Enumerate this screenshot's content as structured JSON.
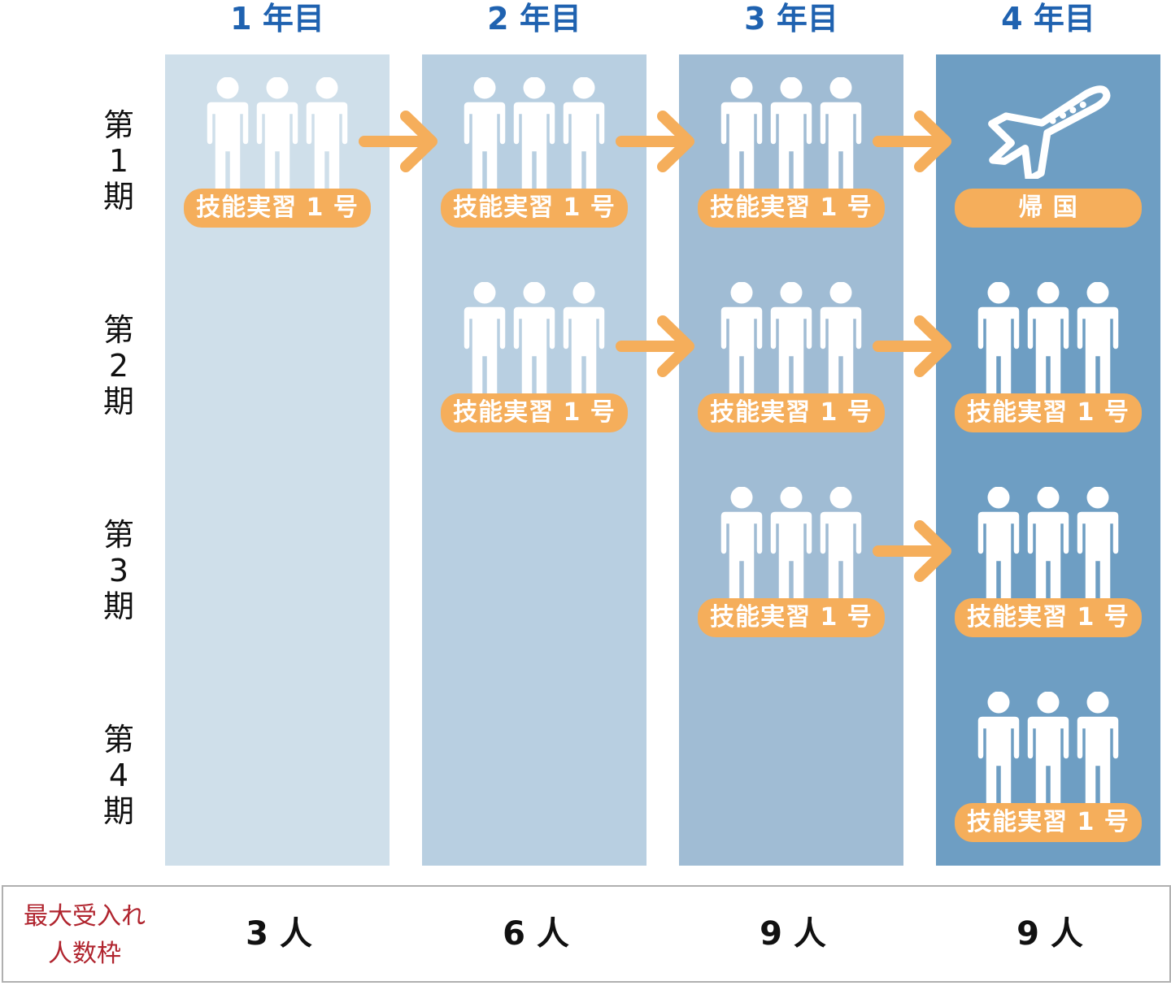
{
  "years": [
    "1 年目",
    "2 年目",
    "3 年目",
    "4 年目"
  ],
  "periods": [
    [
      "第",
      "1",
      "期"
    ],
    [
      "第",
      "2",
      "期"
    ],
    [
      "第",
      "3",
      "期"
    ],
    [
      "第",
      "4",
      "期"
    ]
  ],
  "colors": {
    "columns": [
      "#cfdfea",
      "#b8cfe1",
      "#a0bcd4",
      "#6e9ec3"
    ],
    "accent": "#f5ae5b",
    "year_text": "#1f62b0",
    "label_red": "#b0242e"
  },
  "grid": [
    [
      {
        "type": "trainees",
        "label": "技能実習 1 号"
      },
      {
        "type": "trainees",
        "label": "技能実習 1 号"
      },
      {
        "type": "trainees",
        "label": "技能実習 1 号"
      },
      {
        "type": "return",
        "label": "帰 国",
        "icon": "airplane-icon"
      }
    ],
    [
      null,
      {
        "type": "trainees",
        "label": "技能実習 1 号"
      },
      {
        "type": "trainees",
        "label": "技能実習 1 号"
      },
      {
        "type": "trainees",
        "label": "技能実習 1 号"
      }
    ],
    [
      null,
      null,
      {
        "type": "trainees",
        "label": "技能実習 1 号"
      },
      {
        "type": "trainees",
        "label": "技能実習 1 号"
      }
    ],
    [
      null,
      null,
      null,
      {
        "type": "trainees",
        "label": "技能実習 1 号"
      }
    ]
  ],
  "capacity": {
    "label_line1": "最大受入れ",
    "label_line2": "人数枠",
    "values": [
      "3 人",
      "6 人",
      "9 人",
      "9 人"
    ]
  }
}
